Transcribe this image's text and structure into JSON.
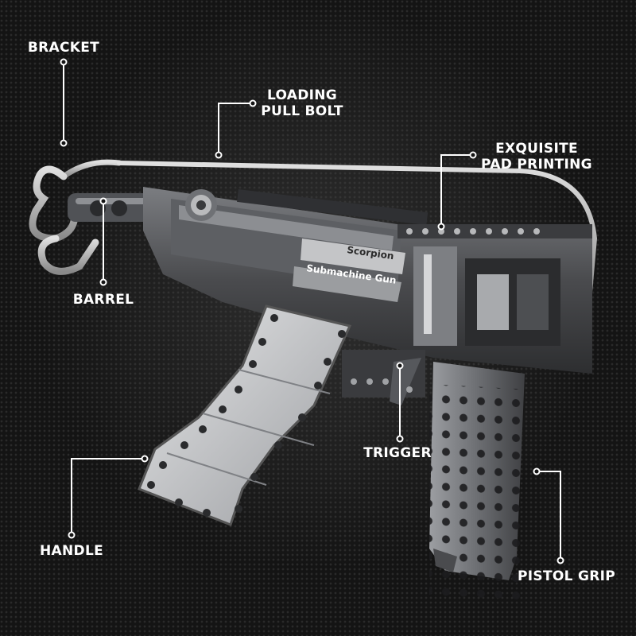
{
  "product": {
    "print_line_1": "Scorpion",
    "print_line_2": "Submachine Gun",
    "colors": {
      "background": "#141414",
      "body_dark": "#3a3b3e",
      "body_mid": "#6b6d71",
      "body_light": "#c9cacc",
      "pin_light": "#d8d8d8",
      "callout": "#ffffff"
    }
  },
  "callouts": {
    "bracket": "BRACKET",
    "loading_1": "LOADING",
    "loading_2": "PULL BOLT",
    "printing_1": "EXQUISITE",
    "printing_2": "PAD PRINTING",
    "barrel": "BARREL",
    "trigger": "TRIGGER",
    "handle": "HANDLE",
    "pistol_grip": "PISTOL GRIP"
  }
}
